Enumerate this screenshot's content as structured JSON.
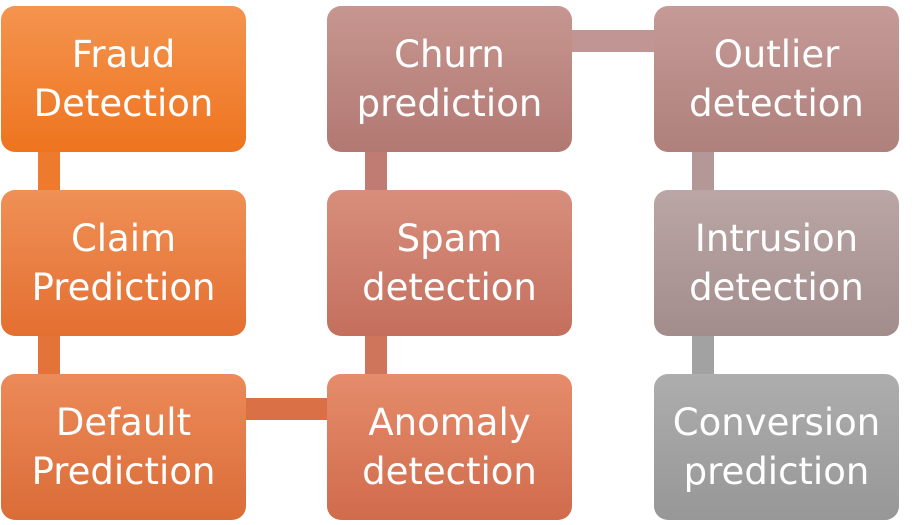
{
  "boxes": [
    {
      "id": "fraud-detection",
      "label": "Fraud\nDetection",
      "color_top": "#F4944F",
      "color_bottom": "#EE741F"
    },
    {
      "id": "claim-prediction",
      "label": "Claim\nPrediction",
      "color_top": "#EF9056",
      "color_bottom": "#E46F31"
    },
    {
      "id": "default-prediction",
      "label": "Default\nPrediction",
      "color_top": "#EC8A59",
      "color_bottom": "#DA6C37"
    },
    {
      "id": "anomaly-detection",
      "label": "Anomaly\ndetection",
      "color_top": "#E58C6B",
      "color_bottom": "#D06B4C"
    },
    {
      "id": "spam-detection",
      "label": "Spam\ndetection",
      "color_top": "#D88E7C",
      "color_bottom": "#C46F5E"
    },
    {
      "id": "churn-prediction",
      "label": "Churn\nprediction",
      "color_top": "#C79690",
      "color_bottom": "#B27872"
    },
    {
      "id": "outlier-detection",
      "label": "Outlier\ndetection",
      "color_top": "#C59A97",
      "color_bottom": "#AF807C"
    },
    {
      "id": "intrusion-detection",
      "label": "Intrusion\ndetection",
      "color_top": "#BBA6A6",
      "color_bottom": "#A28C8C"
    },
    {
      "id": "conversion-prediction",
      "label": "Conversion\nprediction",
      "color_top": "#ADADAD",
      "color_bottom": "#979797"
    }
  ],
  "connectors": [
    {
      "id": "fraud-claim",
      "color": "#EE7A2E"
    },
    {
      "id": "claim-default",
      "color": "#E4733A"
    },
    {
      "id": "default-anomaly",
      "color": "#DA7146"
    },
    {
      "id": "anomaly-spam",
      "color": "#CE755C"
    },
    {
      "id": "spam-churn",
      "color": "#C07C73"
    },
    {
      "id": "churn-outlier",
      "color": "#C09593"
    },
    {
      "id": "outlier-intrusion",
      "color": "#B49897"
    },
    {
      "id": "intrusion-conversion",
      "color": "#A2A2A2"
    }
  ]
}
